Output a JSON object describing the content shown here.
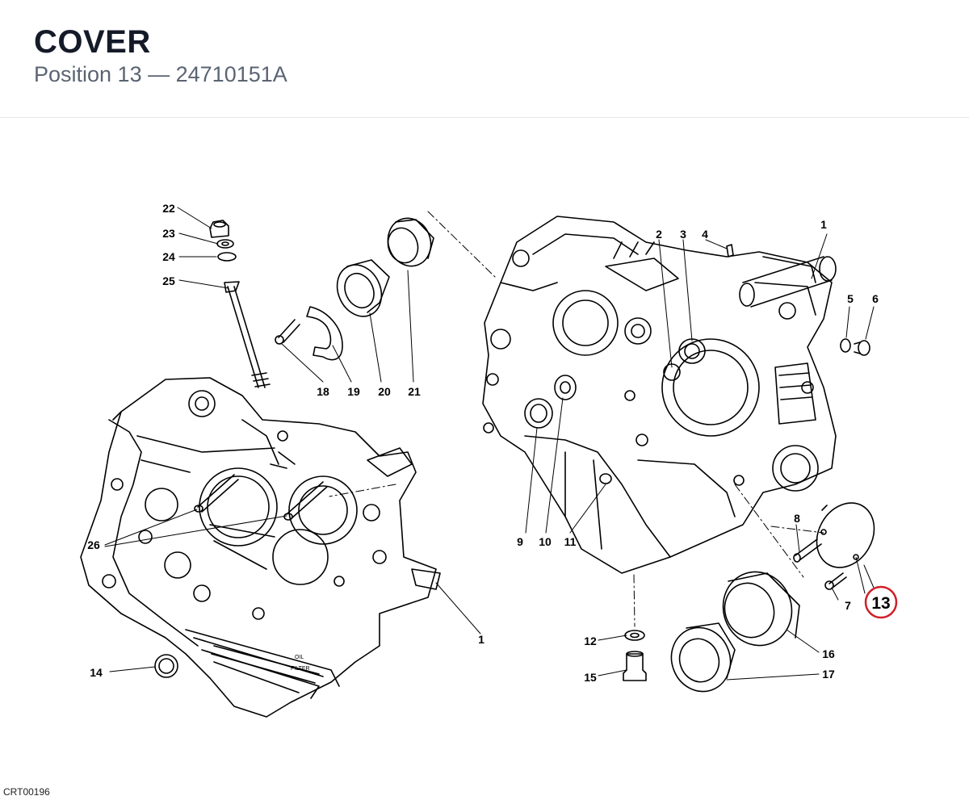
{
  "header": {
    "title": "COVER",
    "position_label": "Position 13",
    "separator": "—",
    "part_number": "24710151A"
  },
  "diagram": {
    "callouts": [
      "1",
      "2",
      "3",
      "4",
      "5",
      "6",
      "7",
      "8",
      "9",
      "10",
      "11",
      "12",
      "13",
      "14",
      "15",
      "16",
      "17",
      "18",
      "19",
      "20",
      "21",
      "22",
      "23",
      "24",
      "25",
      "26",
      "1"
    ],
    "highlighted_callout": "13",
    "highlight_color": "#d0202a",
    "oil_label": "OIL",
    "filter_label": "FILTER"
  },
  "footer": {
    "drawing_code": "CRT00196"
  }
}
